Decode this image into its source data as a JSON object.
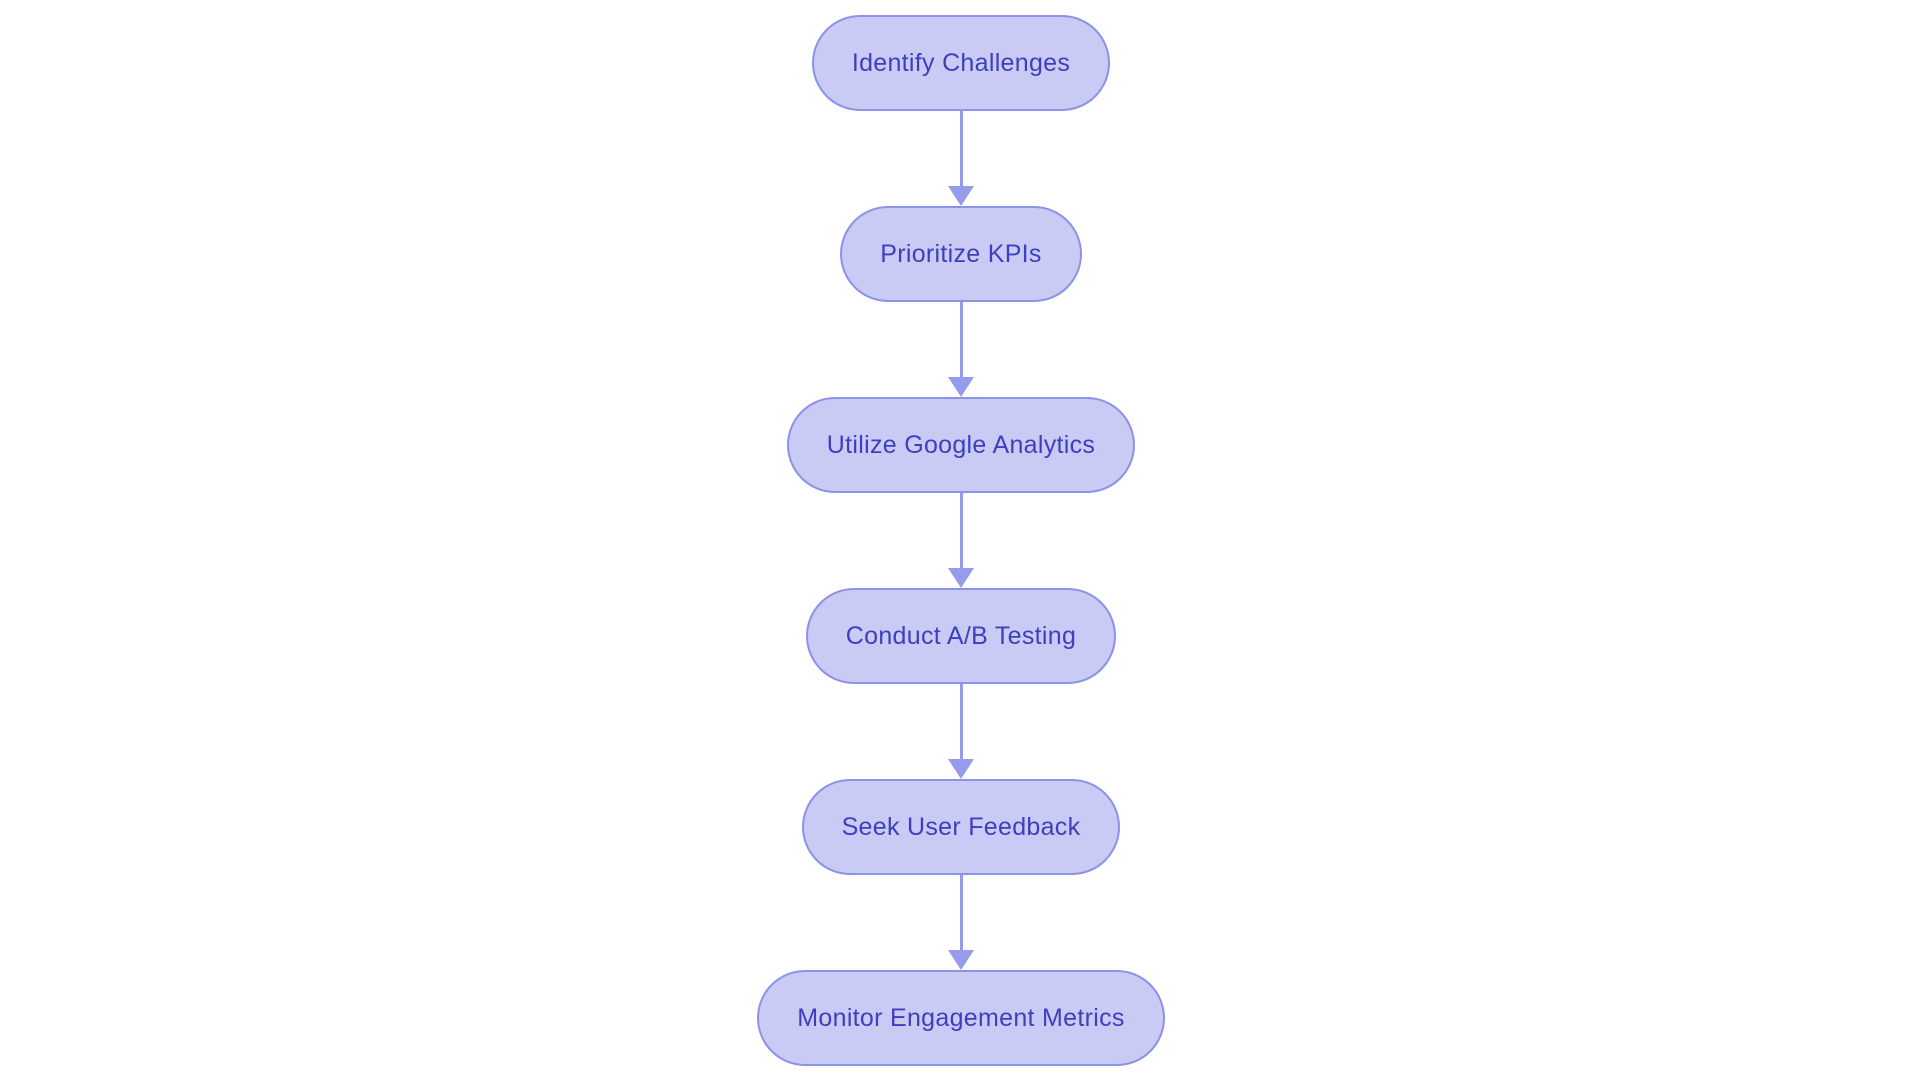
{
  "diagram": {
    "type": "flowchart",
    "direction": "top-down",
    "background_color": "#ffffff",
    "node_style": {
      "fill_color": "#c9cbf5",
      "border_color": "#8b92e8",
      "text_color": "#3d3fbe"
    },
    "arrow_color": "#969bec",
    "nodes": [
      {
        "id": "identify-challenges",
        "label": "Identify Challenges"
      },
      {
        "id": "prioritize-kpis",
        "label": "Prioritize KPIs"
      },
      {
        "id": "utilize-google-analytics",
        "label": "Utilize Google Analytics"
      },
      {
        "id": "conduct-ab-testing",
        "label": "Conduct A/B Testing"
      },
      {
        "id": "seek-user-feedback",
        "label": "Seek User Feedback"
      },
      {
        "id": "monitor-engagement-metrics",
        "label": "Monitor Engagement Metrics"
      }
    ],
    "edges": [
      {
        "from": "identify-challenges",
        "to": "prioritize-kpis"
      },
      {
        "from": "prioritize-kpis",
        "to": "utilize-google-analytics"
      },
      {
        "from": "utilize-google-analytics",
        "to": "conduct-ab-testing"
      },
      {
        "from": "conduct-ab-testing",
        "to": "seek-user-feedback"
      },
      {
        "from": "seek-user-feedback",
        "to": "monitor-engagement-metrics"
      }
    ]
  }
}
